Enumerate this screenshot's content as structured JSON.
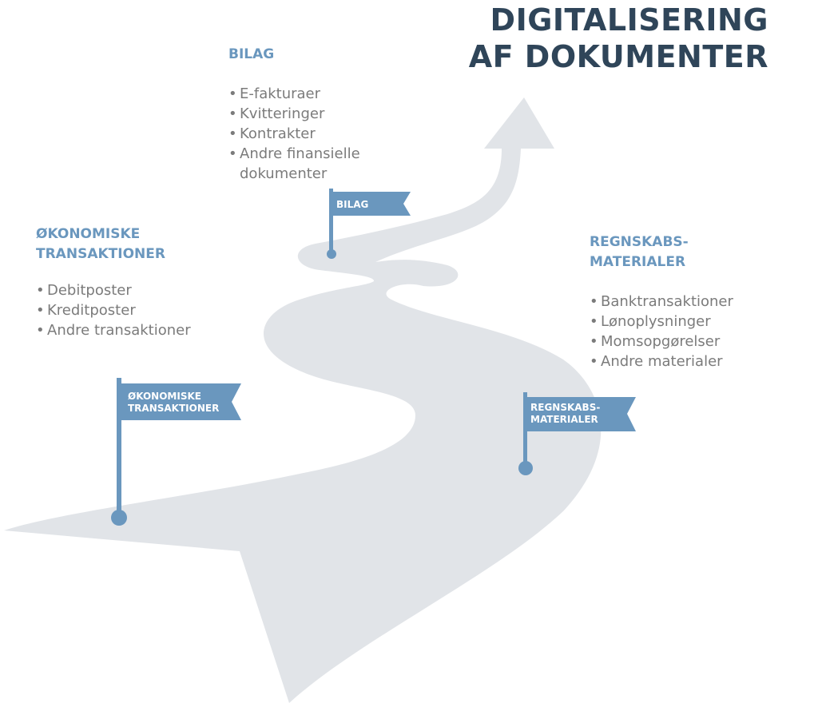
{
  "title": {
    "line1": "DIGITALISERING",
    "line2": "AF DOKUMENTER"
  },
  "sections": {
    "bilag": {
      "heading": "BILAG",
      "items": [
        "E-fakturaer",
        "Kvitteringer",
        "Kontrakter",
        "Andre finansielle dokumenter"
      ]
    },
    "okonomiske": {
      "heading_line1": "ØKONOMISKE",
      "heading_line2": "TRANSAKTIONER",
      "items": [
        "Debitposter",
        "Kreditposter",
        "Andre transaktioner"
      ]
    },
    "regnskab": {
      "heading_line1": "REGNSKABS-",
      "heading_line2": "MATERIALER",
      "items": [
        "Banktransaktioner",
        "Lønoplysninger",
        "Momsopgørelser",
        "Andre materialer"
      ]
    }
  },
  "flags": {
    "bilag": {
      "line1": "BILAG"
    },
    "okonomiske": {
      "line1": "ØKONOMISKE",
      "line2": "TRANSAKTIONER"
    },
    "regnskab": {
      "line1": "REGNSKABS-",
      "line2": "MATERIALER"
    }
  },
  "colors": {
    "road": "#e1e4e8",
    "flag": "#6a97be",
    "title": "#2f4559",
    "heading": "#6a97be",
    "text": "#7b7b7b"
  }
}
